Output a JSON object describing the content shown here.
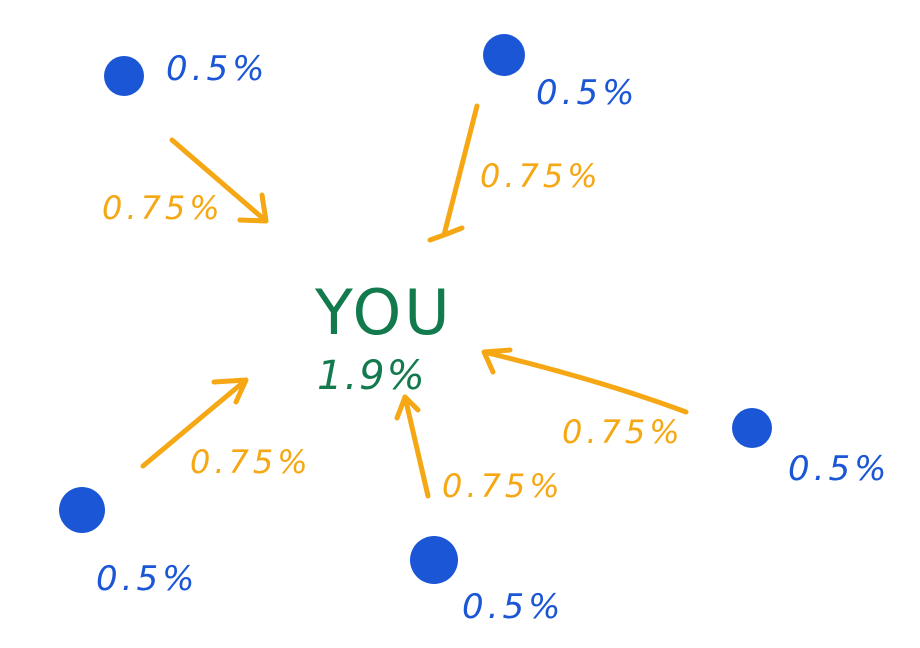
{
  "colors": {
    "node": "#1a56d6",
    "edge": "#f5a714",
    "center": "#137a4e"
  },
  "center": {
    "name": "YOU",
    "value": "1.9%"
  },
  "nodes": [
    {
      "label": "0.5%"
    },
    {
      "label": "0.5%"
    },
    {
      "label": "0.5%"
    },
    {
      "label": "0.5%"
    },
    {
      "label": "0.5%"
    }
  ],
  "edges": [
    {
      "label": "0.75%"
    },
    {
      "label": "0.75%"
    },
    {
      "label": "0.75%"
    },
    {
      "label": "0.75%"
    },
    {
      "label": "0.75%"
    }
  ]
}
